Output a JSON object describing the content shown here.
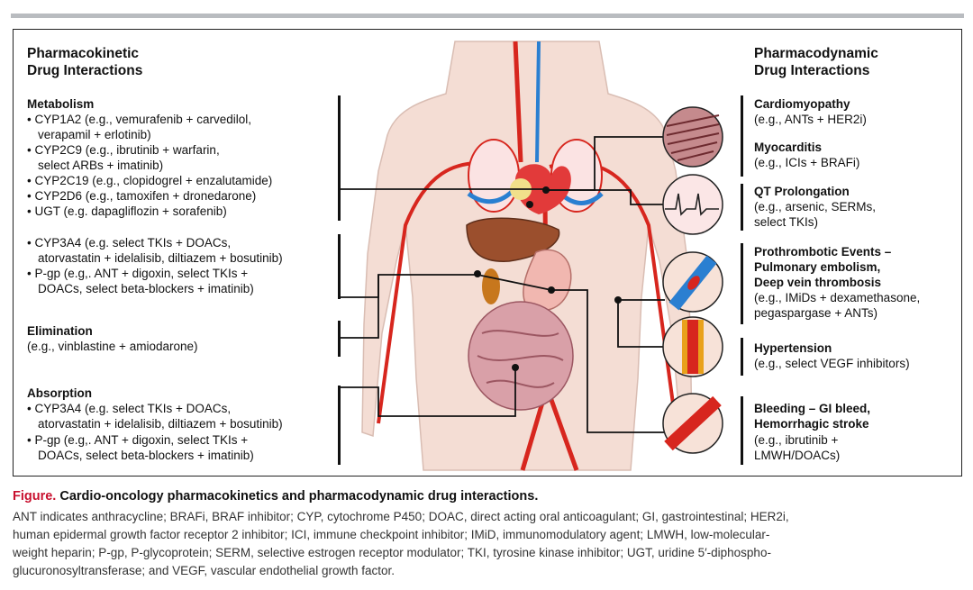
{
  "left": {
    "pk_heading": [
      "Pharmacokinetic",
      "Drug Interactions"
    ],
    "metabolism": {
      "title": "Metabolism",
      "items": [
        "• CYP1A2 (e.g., vemurafenib + carvedilol,",
        "verapamil + erlotinib)",
        "• CYP2C9 (e.g., ibrutinib + warfarin,",
        "select ARBs + imatinib)",
        "• CYP2C19 (e.g., clopidogrel + enzalutamide)",
        "• CYP2D6 (e.g., tamoxifen + dronedarone)",
        "• UGT (e.g. dapagliflozin + sorafenib)"
      ]
    },
    "cyp3a4_group": [
      "• CYP3A4 (e.g. select TKIs + DOACs,",
      "atorvastatin + idelalisib, diltiazem + bosutinib)",
      "• P-gp (e.g,. ANT + digoxin, select TKIs +",
      "DOACs, select beta-blockers + imatinib)"
    ],
    "elimination": {
      "title": "Elimination",
      "example": "(e.g., vinblastine + amiodarone)"
    },
    "absorption": {
      "title": "Absorption",
      "items": [
        "• CYP3A4 (e.g. select TKIs + DOACs,",
        "atorvastatin + idelalisib, diltiazem + bosutinib)",
        "• P-gp (e.g,. ANT + digoxin, select TKIs +",
        "DOACs, select beta-blockers + imatinib)"
      ]
    }
  },
  "right": {
    "pd_heading": [
      "Pharmacodynamic",
      "Drug Interactions"
    ],
    "cardiomyopathy": {
      "title": "Cardiomyopathy",
      "example": "(e.g., ANTs + HER2i)"
    },
    "myocarditis": {
      "title": "Myocarditis",
      "example": "(e.g., ICIs + BRAFi)"
    },
    "qt": {
      "title": "QT Prolongation",
      "example": [
        "(e.g., arsenic, SERMs,",
        "select TKIs)"
      ]
    },
    "prothrombotic": {
      "title": [
        "Prothrombotic Events –",
        "Pulmonary embolism,",
        "Deep vein thrombosis"
      ],
      "example": [
        "(e.g., IMiDs + dexamethasone,",
        "pegaspargase + ANTs)"
      ]
    },
    "hypertension": {
      "title": "Hypertension",
      "example": "(e.g., select VEGF inhibitors)"
    },
    "bleeding": {
      "title": [
        "Bleeding – GI bleed,",
        "Hemorrhagic stroke"
      ],
      "example": [
        "(e.g., ibrutinib +",
        "LMWH/DOACs)"
      ]
    }
  },
  "caption": {
    "label": "Figure.",
    "title": "Cardio-oncology pharmacokinetics and pharmacodynamic drug interactions.",
    "lines": [
      "ANT indicates anthracycline; BRAFi, BRAF inhibitor; CYP, cytochrome P450; DOAC, direct acting oral anticoagulant; GI, gastrointestinal; HER2i,",
      "human epidermal growth factor receptor 2 inhibitor; ICI, immune checkpoint inhibitor; IMiD, immunomodulatory agent; LMWH, low-molecular-",
      "weight heparin; P-gp, P-glycoprotein; SERM, selective estrogen receptor modulator; TKI, tyrosine kinase inhibitor; UGT, uridine 5′-diphospho-",
      "glucuronosyltransferase; and VEGF, vascular endothelial growth factor."
    ]
  },
  "colors": {
    "artery": "#d7261e",
    "vein": "#2a7fd1",
    "liver": "#9b4f2d",
    "intestine": "#d9a0a8",
    "skin": "#f4ddd4"
  }
}
